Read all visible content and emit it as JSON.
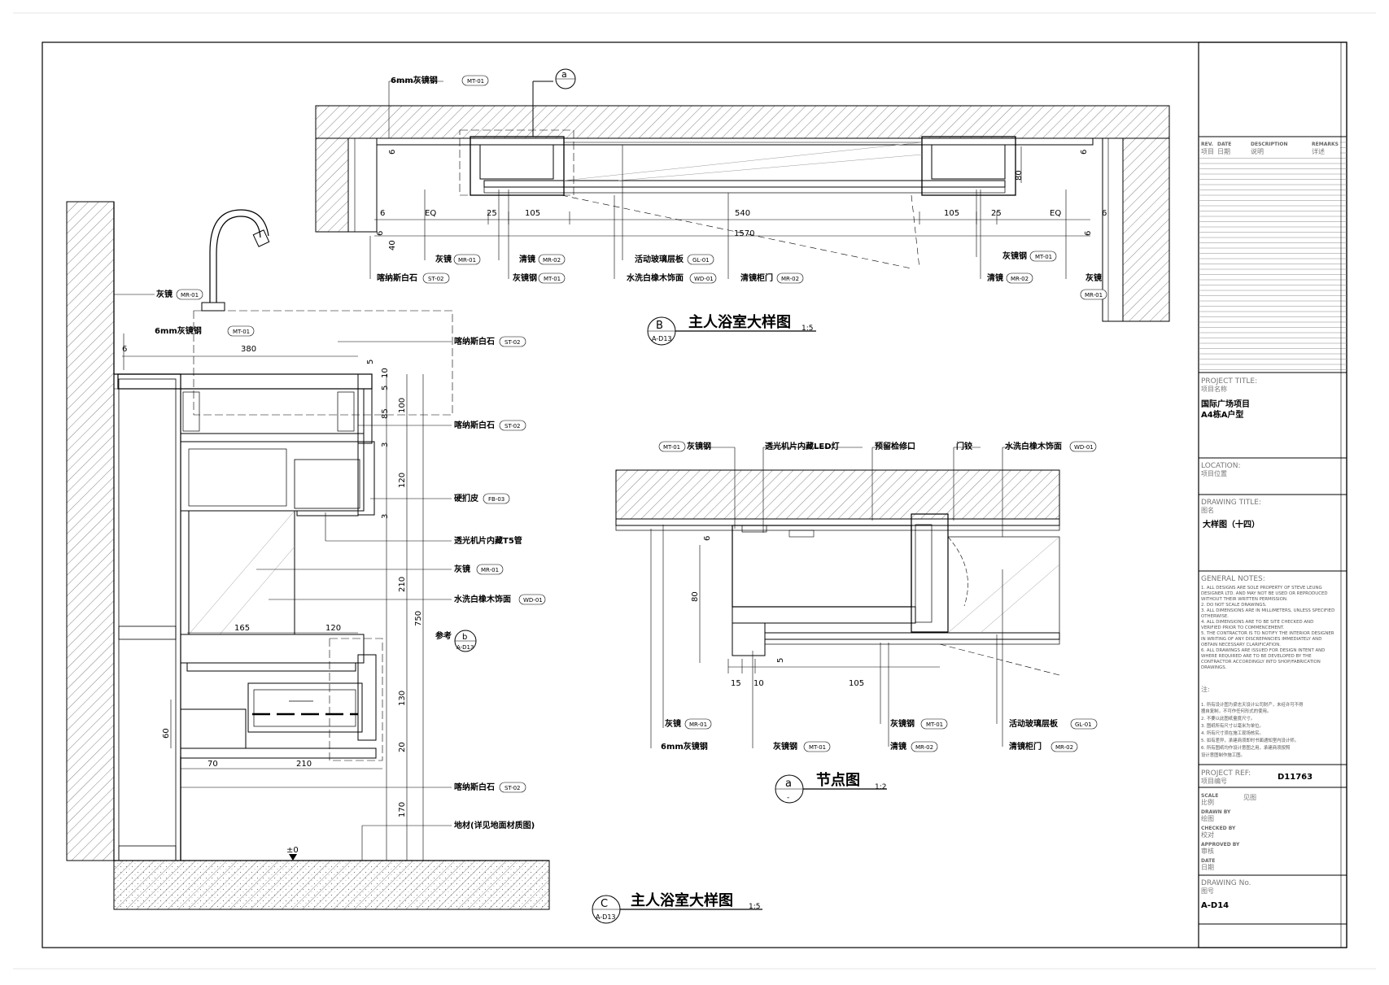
{
  "plan_b": {
    "title": "主人浴室大样图",
    "scale": "1:5",
    "marker_letter": "B",
    "marker_ref": "A-D13",
    "section_marker": "a",
    "top_labels": [
      {
        "text": "6mm灰镜钢",
        "tag": "MT-01"
      }
    ],
    "bottom_labels": [
      {
        "text": "灰镜",
        "tag": "MR-01"
      },
      {
        "text": "喀纳斯白石",
        "tag": "ST-02"
      },
      {
        "text": "清镜",
        "tag": "MR-02"
      },
      {
        "text": "灰镜钢",
        "tag": "MT-01"
      },
      {
        "text": "活动玻璃层板",
        "tag": "GL-01"
      },
      {
        "text": "水洗白橡木饰面",
        "tag": "WD-01"
      },
      {
        "text": "清镜柜门",
        "tag": "MR-02"
      },
      {
        "text": "灰镜钢",
        "tag": "MT-01"
      },
      {
        "text": "清镜",
        "tag": "MR-02"
      },
      {
        "text": "灰镜",
        "tag": "MR-01"
      }
    ],
    "dims_row": [
      "6",
      "EQ",
      "25",
      "105",
      "540",
      "105",
      "25",
      "EQ",
      "6"
    ],
    "dim_total": "1570",
    "dims_vertical": [
      "6",
      "40",
      "6",
      "80",
      "6",
      "6"
    ]
  },
  "section_c": {
    "title": "主人浴室大样图",
    "scale": "1:5",
    "marker_letter": "C",
    "marker_ref": "A-D13",
    "left_labels": [
      {
        "text": "灰镜",
        "tag": "MR-01"
      },
      {
        "text": "6mm灰镜钢",
        "tag": "MT-01"
      }
    ],
    "right_labels": [
      {
        "text": "喀纳斯白石",
        "tag": "ST-02"
      },
      {
        "text": "喀纳斯白石",
        "tag": "ST-02"
      },
      {
        "text": "硬扪皮",
        "tag": "FB-03"
      },
      {
        "text": "透光机片内藏T5管",
        "tag": ""
      },
      {
        "text": "灰镜",
        "tag": "MR-01"
      },
      {
        "text": "水洗白橡木饰面",
        "tag": "WD-01"
      },
      {
        "text": "喀纳斯白石",
        "tag": "ST-02"
      },
      {
        "text": "地材(详见地面材质图)",
        "tag": ""
      }
    ],
    "ref_label": "参考",
    "ref_letter": "b",
    "ref_sheet": "A-D13",
    "dims_h": [
      "380",
      "6",
      "165",
      "120",
      "70",
      "210"
    ],
    "dims_v": [
      "5",
      "10",
      "5",
      "85",
      "100",
      "3",
      "120",
      "3",
      "210",
      "750",
      "130",
      "20",
      "170",
      "60"
    ],
    "level": "±0"
  },
  "detail_a": {
    "title": "节点图",
    "scale": "1:2",
    "marker_letter": "a",
    "marker_ref": "-",
    "top_labels": [
      {
        "text": "灰镜钢",
        "tag": "MT-01"
      },
      {
        "text": "透光机片内藏LED灯",
        "tag": ""
      },
      {
        "text": "预留检修口",
        "tag": ""
      },
      {
        "text": "门铰",
        "tag": ""
      },
      {
        "text": "水洗白橡木饰面",
        "tag": "WD-01"
      }
    ],
    "bottom_labels": [
      {
        "text": "灰镜",
        "tag": "MR-01"
      },
      {
        "text": "6mm灰镜钢",
        "tag": ""
      },
      {
        "text": "灰镜钢",
        "tag": "MT-01"
      },
      {
        "text": "灰镜钢",
        "tag": "MT-01"
      },
      {
        "text": "清镜",
        "tag": "MR-02"
      },
      {
        "text": "活动玻璃层板",
        "tag": "GL-01"
      },
      {
        "text": "清镜柜门",
        "tag": "MR-02"
      }
    ],
    "dims": [
      "6",
      "80",
      "5",
      "15",
      "10",
      "105"
    ]
  },
  "title_block": {
    "rev_headers": {
      "rev": "REV.",
      "rev_cn": "项目",
      "date": "DATE",
      "date_cn": "日期",
      "desc": "DESCRIPTION",
      "desc_cn": "说明",
      "remarks": "REMARKS",
      "remarks_cn": "详述"
    },
    "project_title_en": "PROJECT TITLE:",
    "project_title_cn": "项目名称",
    "project_name_1": "国际广场项目",
    "project_name_2": "A4栋A户型",
    "location_en": "LOCATION:",
    "location_cn": "项目位置",
    "drawing_title_en": "DRAWING  TITLE:",
    "drawing_title_cn": "图名",
    "drawing_title": "大样图（十四）",
    "general_notes_en": "GENERAL NOTES:",
    "notes_en": [
      "1. ALL DESIGNS ARE SOLE PROPERTY OF STEVE LEUNG",
      "   DESIGNER LTD. AND MAY NOT BE USED OR REPRODUCED",
      "   WITHOUT THEIR WRITTEN PERMISSION.",
      "2. DO NOT SCALE DRAWINGS.",
      "3. ALL DIMENSIONS ARE IN MILLIMETERS, UNLESS SPECIFIED",
      "   OTHERWISE.",
      "4. ALL DIMENSIONS ARE TO BE SITE CHECKED AND",
      "   VERIFIED PRIOR TO COMMENCEMENT.",
      "5. THE CONTRACTOR IS TO NOTIFY THE INTERIOR DESIGNER",
      "   IN WRITING OF ANY DISCREPANCIES IMMEDIATELY AND",
      "   OBTAIN NECESSARY CLARIFICATION.",
      "6. ALL DRAWINGS ARE ISSUED FOR DESIGN INTENT AND",
      "   WHERE REQUIRED ARE TO BE DEVELOPED BY THE",
      "   CONTRACTOR ACCORDINGLY INTO SHOP/FABRICATION",
      "   DRAWINGS."
    ],
    "notes_cn_title": "注:",
    "notes_cn": [
      "1. 所有设计图为梁志天设计公司财产，未经许可不得",
      "   擅自复制，不可作任何形式的使用。",
      "2. 不要以此图纸量度尺寸。",
      "3. 图纸所有尺寸以毫米为单位。",
      "4. 所有尺寸须在施工现场核实。",
      "5. 如有差异，承建商须即时书面通知室内设计师。",
      "6. 所有图纸均作设计意图之用，承建商须按照",
      "   设计意图制作施工图。"
    ],
    "project_ref_en": "PROJECT REF:",
    "project_ref_cn": "项目编号",
    "project_ref": "D11763",
    "scale_en": "SCALE",
    "scale_cn": "比例",
    "scale_value": "见图",
    "drawn_by_en": "DRAWN BY",
    "drawn_by_cn": "绘图",
    "checked_by_en": "CHECKED BY",
    "checked_by_cn": "校对",
    "approved_by_en": "APPROVED BY",
    "approved_by_cn": "审核",
    "date_en": "DATE",
    "date_cn": "日期",
    "drawing_no_en": "DRAWING No.",
    "drawing_no_cn": "图号",
    "drawing_no": "A-D14"
  },
  "colors": {
    "line": "#000000",
    "hatch": "#555555",
    "grey_text": "#777777"
  }
}
